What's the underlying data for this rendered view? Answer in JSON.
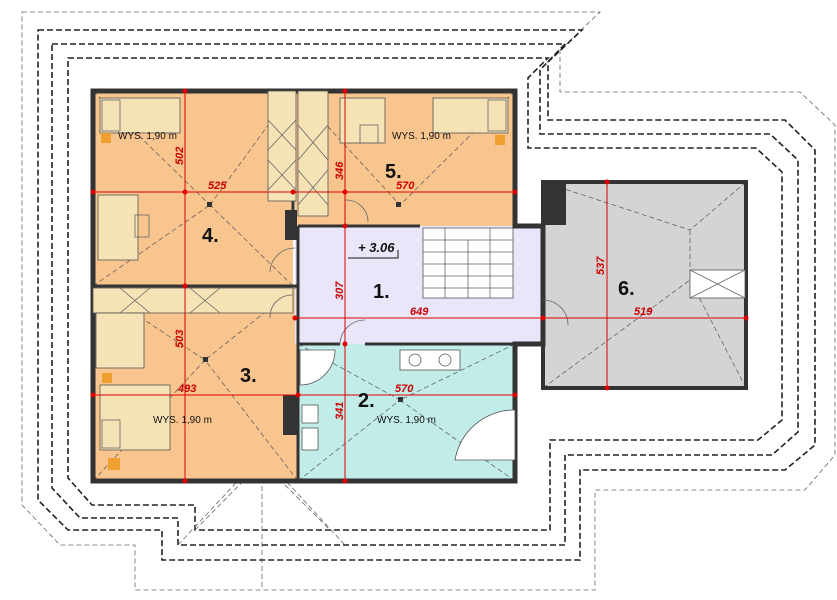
{
  "rooms": [
    {
      "id": "room-1",
      "number": "1."
    },
    {
      "id": "room-2",
      "number": "2."
    },
    {
      "id": "room-3",
      "number": "3."
    },
    {
      "id": "room-4",
      "number": "4."
    },
    {
      "id": "room-5",
      "number": "5."
    },
    {
      "id": "room-6",
      "number": "6."
    }
  ],
  "heights": {
    "room4": "WYS. 1,90 m",
    "room5": "WYS. 1,90 m",
    "room3": "WYS. 1,90 m",
    "room2": "WYS. 1,90 m"
  },
  "level_mark": "+ 3.06",
  "dimensions": {
    "room4_width": "525",
    "room4_depth": "502",
    "room5_width": "570",
    "room5_depth": "346",
    "room1_depth": "307",
    "corridor_length": "649",
    "room6_width": "519",
    "room6_depth": "537",
    "room3_depth": "503",
    "room3_width": "493",
    "room2_width": "570",
    "room2_depth": "341"
  },
  "colors": {
    "bedroom_fill": "#f9c58e",
    "hall_fill": "#e8e6f8",
    "bath_fill": "#c2ece8",
    "garage_fill": "#d4d4d4",
    "dimension_red": "#e00000"
  }
}
